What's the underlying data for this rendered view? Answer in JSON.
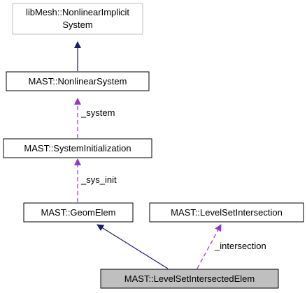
{
  "nodes": {
    "nonlinear_implicit": {
      "line1": "libMesh::NonlinearImplicit",
      "line2": "System"
    },
    "nonlinear_system": {
      "label": "MAST::NonlinearSystem"
    },
    "system_initialization": {
      "label": "MAST::SystemInitialization"
    },
    "geom_elem": {
      "label": "MAST::GeomElem"
    },
    "level_set_intersection": {
      "label": "MAST::LevelSetIntersection"
    },
    "level_set_intersected_elem": {
      "label": "MAST::LevelSetIntersectedElem"
    }
  },
  "edges": {
    "system": {
      "label": "_system"
    },
    "sys_init": {
      "label": "_sys_init"
    },
    "intersection": {
      "label": "_intersection"
    }
  },
  "colors": {
    "inheritance": "#191970",
    "usage": "#9a32cd",
    "external_border": "#bfbfbf",
    "highlight_fill": "#bfbfbf"
  }
}
